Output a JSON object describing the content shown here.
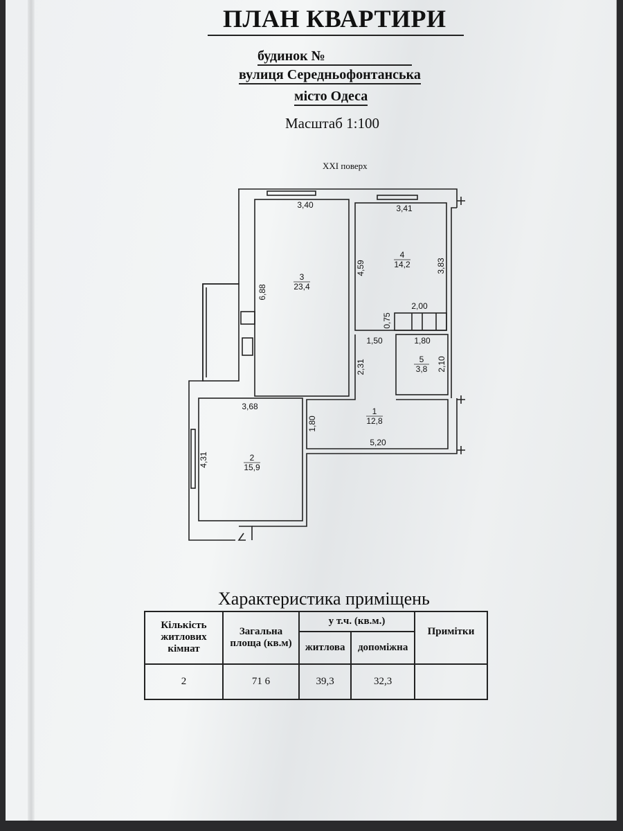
{
  "header": {
    "title": "ПЛАН КВАРТИРИ ",
    "building": "будинок №",
    "street": "вулиця Середньофонтанська",
    "city": "місто Одеса",
    "scale": "Масштаб 1:100",
    "floor": "XXI поверх"
  },
  "plan": {
    "rooms": [
      {
        "number": "1",
        "area": "12,8"
      },
      {
        "number": "2",
        "area": "15,9"
      },
      {
        "number": "3",
        "area": "23,4"
      },
      {
        "number": "4",
        "area": "14,2"
      },
      {
        "number": "5",
        "area": "3,8"
      }
    ],
    "dimensions": [
      "3,40",
      "3,41",
      "6,88",
      "4,59",
      "3,83",
      "2,00",
      "0,75",
      "1,50",
      "1,80",
      "2,31",
      "2,10",
      "3,68",
      "1,80",
      "5,20",
      "4,31"
    ]
  },
  "characteristics": {
    "title": "Характеристика приміщень",
    "headers": {
      "rooms_count": "Кількість житлових кімнат",
      "total_area": "Загальна площа (кв.м)",
      "including": "у т.ч. (кв.м.)",
      "living": "житлова",
      "auxiliary": "допоміжна",
      "notes": "Примітки"
    },
    "row": {
      "rooms_count": "2",
      "total_area": "71 6",
      "living": "39,3",
      "auxiliary": "32,3",
      "notes": ""
    }
  }
}
